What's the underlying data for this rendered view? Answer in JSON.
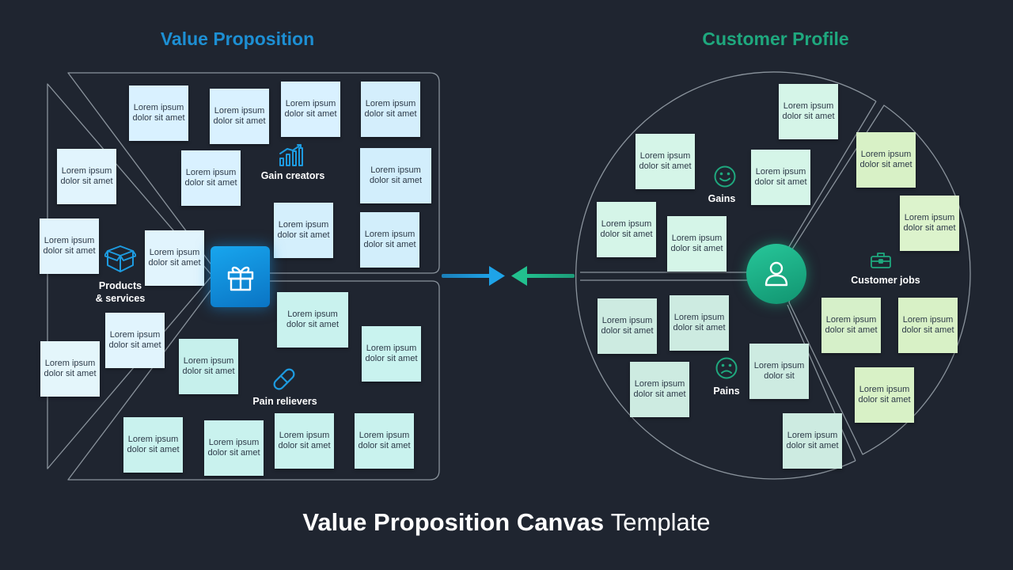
{
  "headings": {
    "value_proposition": "Value Proposition",
    "customer_profile": "Customer Profile"
  },
  "footer": {
    "title_bold": "Value Proposition Canvas",
    "title_light": "Template"
  },
  "colors": {
    "background": "#1f2530",
    "value_accent": "#1d8fd3",
    "customer_accent": "#1fa87e",
    "outline": "#8a939c"
  },
  "value_map": {
    "gain_creators": {
      "label": "Gain creators",
      "icon": "bar-chart-icon",
      "notes": [
        "Lorem ipsum dolor sit amet",
        "Lorem ipsum dolor sit amet",
        "Lorem ipsum dolor sit amet",
        "Lorem ipsum dolor sit amet",
        "Lorem ipsum dolor sit amet",
        "Lorem ipsum dolor sit amet",
        "Lorem ipsum dolor sit amet",
        "Lorem ipsum dolor sit amet"
      ]
    },
    "products_services": {
      "label": "Products\n& services",
      "icon": "box-icon",
      "notes": [
        "Lorem ipsum dolor sit amet",
        "Lorem ipsum dolor sit amet",
        "Lorem ipsum dolor sit amet",
        "Lorem ipsum dolor sit amet",
        "Lorem ipsum dolor sit amet"
      ]
    },
    "pain_relievers": {
      "label": "Pain relievers",
      "icon": "pill-icon",
      "notes": [
        "Lorem ipsum dolor sit amet",
        "Lorem ipsum dolor sit amet",
        "Lorem ipsum dolor sit amet",
        "Lorem ipsum dolor sit amet",
        "Lorem ipsum dolor sit amet",
        "Lorem ipsum dolor sit amet",
        "Lorem ipsum dolor sit amet"
      ]
    },
    "center_icon": "gift-icon"
  },
  "customer_profile": {
    "gains": {
      "label": "Gains",
      "icon": "smile-icon",
      "notes": [
        "Lorem ipsum dolor sit amet",
        "Lorem ipsum dolor sit amet",
        "Lorem ipsum dolor sit amet",
        "Lorem ipsum dolor sit amet",
        "Lorem ipsum dolor sit amet"
      ]
    },
    "pains": {
      "label": "Pains",
      "icon": "frown-icon",
      "notes": [
        "Lorem ipsum dolor sit amet",
        "Lorem ipsum dolor sit amet",
        "Lorem ipsum dolor sit",
        "Lorem ipsum dolor sit amet",
        "Lorem ipsum dolor sit amet"
      ]
    },
    "customer_jobs": {
      "label": "Customer jobs",
      "icon": "briefcase-icon",
      "notes": [
        "Lorem ipsum dolor sit amet",
        "Lorem ipsum dolor sit amet",
        "Lorem ipsum dolor sit amet",
        "Lorem ipsum dolor sit amet",
        "Lorem ipsum dolor sit amet"
      ]
    },
    "center_icon": "user-icon"
  }
}
